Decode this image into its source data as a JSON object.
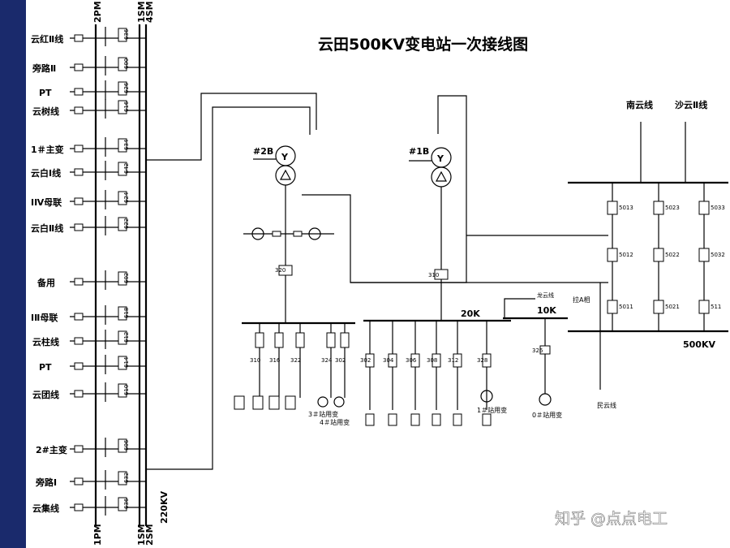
{
  "title": "云田500KV变电站一次接线图",
  "buses": {
    "top_left": [
      "2PM",
      "1SM",
      "4SM"
    ],
    "bottom_left": [
      "1PM",
      "1SM",
      "2SM"
    ],
    "voltage_220": "220KV",
    "voltage_500": "500KV",
    "bus_20k": "20K",
    "bus_10k": "10K"
  },
  "left_feeders": [
    "云红Ⅱ线",
    "旁路Ⅱ",
    "PT",
    "云树线",
    "1＃主变",
    "云白Ⅰ线",
    "ⅠⅣ母联",
    "云白Ⅱ线",
    "备用",
    "ⅠⅡ母联",
    "云柱线",
    "PT",
    "云团线",
    "2#主变",
    "旁路Ⅰ",
    "云集线"
  ],
  "transformers": [
    "#2B",
    "#1B"
  ],
  "breakers_220": [
    "636",
    "600",
    "626",
    "616",
    "634",
    "642",
    "624",
    "622",
    "602",
    "618",
    "612",
    "614",
    "610",
    "606",
    "632"
  ],
  "breakers_500": [
    "5013",
    "5012",
    "5011",
    "5023",
    "5022",
    "5021",
    "5033",
    "5032",
    "511"
  ],
  "breakers_20k": [
    "320",
    "310",
    "314",
    "316",
    "322",
    "324",
    "302",
    "304",
    "306",
    "308",
    "312",
    "328",
    "326"
  ],
  "labels_500": [
    "南云线",
    "沙云Ⅱ线",
    "拉A相",
    "民云线",
    "龙云线"
  ],
  "station_service": [
    "3＃站用变",
    "4＃站用变",
    "1＃站用变",
    "0＃站用变"
  ],
  "watermark": "知乎 @点点电工"
}
